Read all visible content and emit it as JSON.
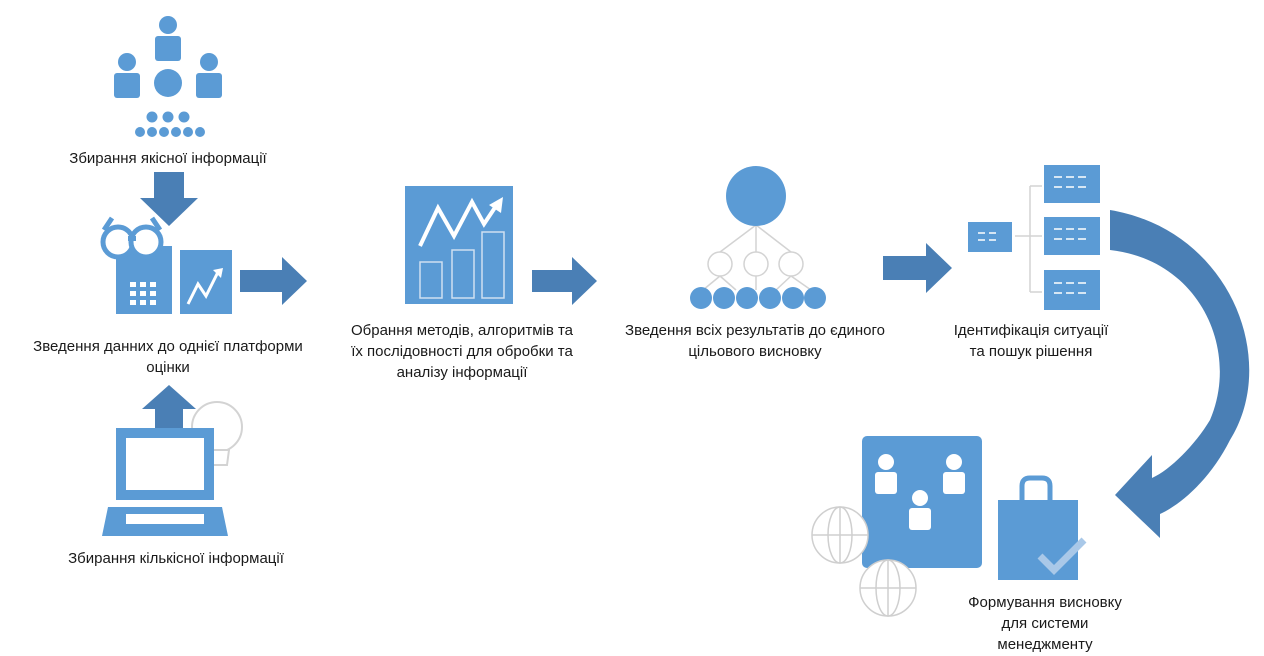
{
  "colors": {
    "accent": "#5b9bd5",
    "accent_dark": "#4a7fb5",
    "outline": "#d3d3d3",
    "text": "#1a1a1a"
  },
  "steps": {
    "qualitative": {
      "line1": "Збирання якісної інформації"
    },
    "consolidation": {
      "line1": "Зведення данних до однієї платформи",
      "line2": "оцінки"
    },
    "quantitative": {
      "line1": "Збирання кількісної інформації"
    },
    "methods": {
      "line1": "Обрання методів, алгоритмів та",
      "line2": "їх послідовності для обробки та",
      "line3": "аналізу інформації"
    },
    "summary": {
      "line1": "Зведення всіх результатів до єдиного",
      "line2": "цільового висновку"
    },
    "identification": {
      "line1": "Ідентифікація ситуації",
      "line2": "та пошук рішення"
    },
    "conclusion": {
      "line1": "Формування висновку",
      "line2": "для системи",
      "line3": "менеджменту"
    }
  },
  "icons": {
    "qualitative": "people-group-icon",
    "consolidation": "glasses-document-chart-icon",
    "quantitative": "laptop-lightbulb-icon",
    "methods": "trend-chart-icon",
    "summary": "hierarchy-icon",
    "identification": "server-tree-icon",
    "conclusion": "team-globe-bag-icon"
  }
}
